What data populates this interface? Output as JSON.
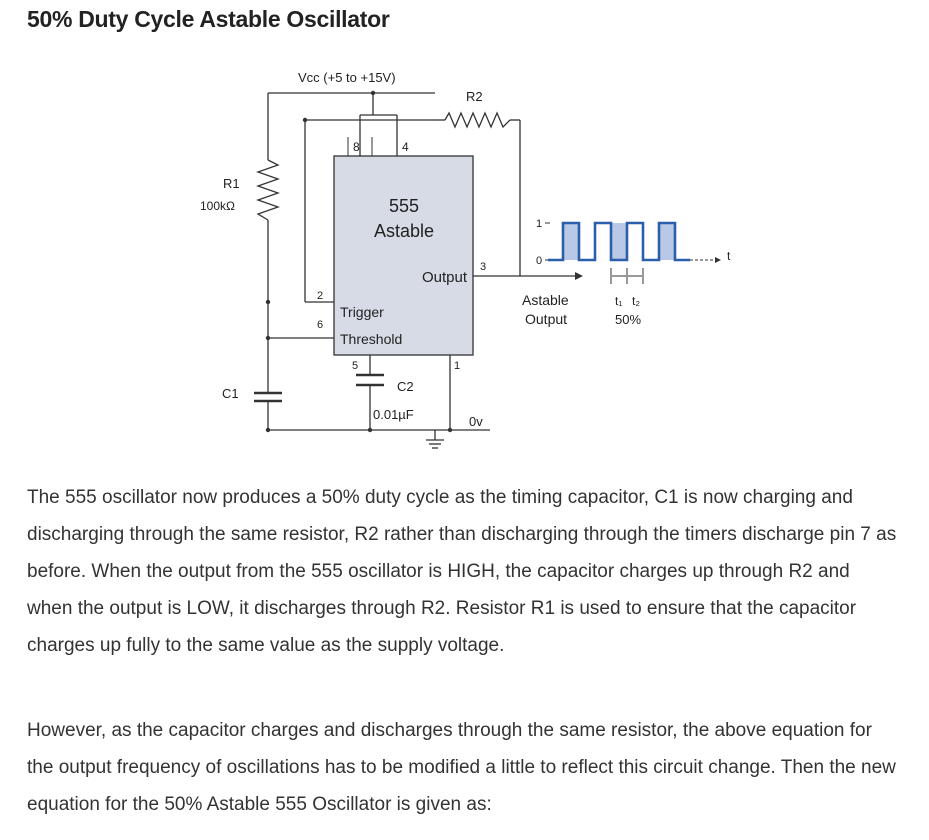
{
  "page": {
    "title": "50% Duty Cycle Astable Oscillator"
  },
  "diagram": {
    "vcc_label": "Vcc (+5 to +15V)",
    "r2_label": "R2",
    "r1_label": "R1",
    "r1_value": "100kΩ",
    "c1_label": "C1",
    "c2_label": "C2",
    "c2_value": "0.01µF",
    "ic_name": "555",
    "ic_mode": "Astable",
    "pin_8": "8",
    "pin_4": "4",
    "pin_2": "2",
    "pin_6": "6",
    "pin_5": "5",
    "pin_1": "1",
    "pin_3": "3",
    "output_label": "Output",
    "trigger_label": "Trigger",
    "threshold_label": "Threshold",
    "ground_label": "0v",
    "level_high": "1",
    "level_low": "0",
    "output_caption_line1": "Astable",
    "output_caption_line2": "Output",
    "t1_label": "t₁",
    "t2_label": "t₂",
    "duty_label": "50%",
    "time_label": "t",
    "colors": {
      "ic_fill": "#d6dbe6",
      "wave_stroke": "#2b5fab",
      "wave_fill": "#b9c8e6",
      "wire": "#333333"
    }
  },
  "paragraphs": [
    "The 555 oscillator now produces a 50% duty cycle as the timing capacitor, C1 is now charging and discharging through the same resistor, R2 rather than discharging through the timers discharge pin 7 as before. When the output from the 555 oscillator is HIGH, the capacitor charges up through R2 and when the output is LOW, it discharges through R2. Resistor R1 is used to ensure that the capacitor charges up fully to the same value as the supply voltage.",
    "However, as the capacitor charges and discharges through the same resistor, the above equation for the output frequency of oscillations has to be modified a little to reflect this circuit change. Then the new equation for the 50% Astable 555 Oscillator is given as:"
  ]
}
